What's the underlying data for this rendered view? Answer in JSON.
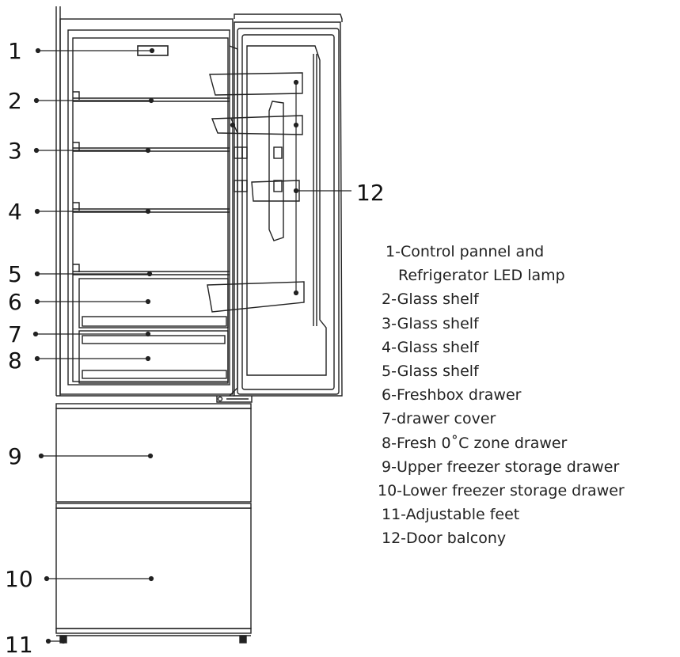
{
  "callouts": [
    "1",
    "2",
    "3",
    "4",
    "5",
    "6",
    "7",
    "8",
    "9",
    "10",
    "11",
    "12"
  ],
  "legend": [
    "1-Control pannel and",
    "Refrigerator LED lamp",
    "2-Glass shelf",
    "3-Glass shelf",
    "4-Glass shelf",
    "5-Glass shelf",
    "6-Freshbox drawer",
    "7-drawer cover",
    "8-Fresh 0˚C zone drawer",
    "9-Upper freezer storage drawer",
    "10-Lower freezer storage drawer",
    "11-Adjustable feet",
    "12-Door balcony"
  ]
}
